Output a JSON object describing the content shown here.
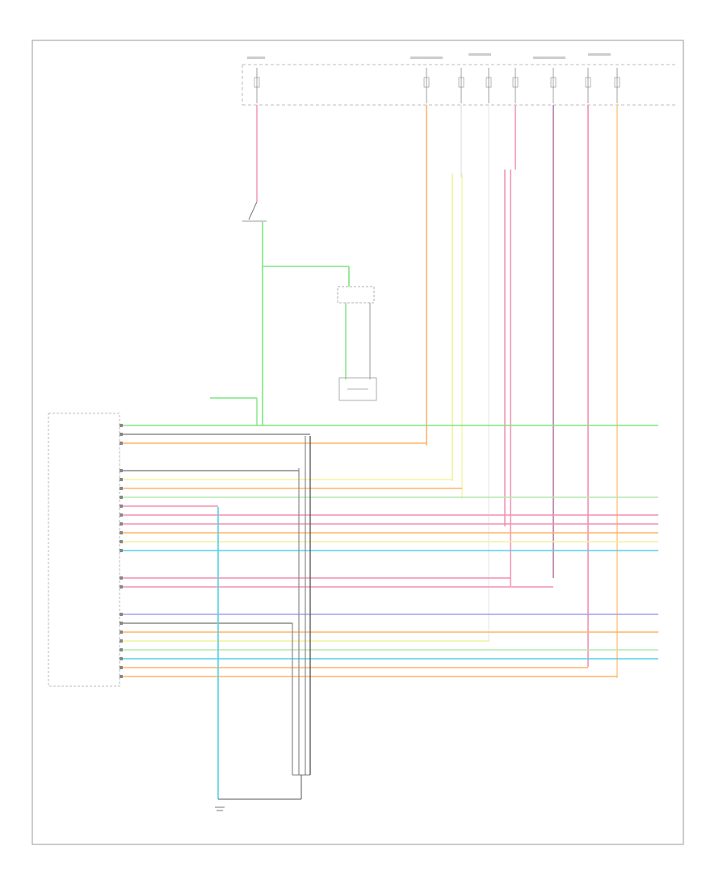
{
  "footer_code": "",
  "colors": {
    "green": "#7fe57f",
    "orange": "#ffb366",
    "yellow": "#f2f29a",
    "pink": "#f28fb1",
    "violet": "#a0a0ee",
    "cyan": "#55d0e6",
    "mint": "#b3e8b3",
    "gray": "#8a8a8a",
    "dark": "#444444"
  },
  "module_pins": [
    {
      "label": "",
      "color": "green"
    },
    {
      "label": "",
      "color": "gray"
    },
    {
      "label": "",
      "color": "orange"
    },
    {
      "label": "",
      "color": "gray"
    },
    {
      "label": "",
      "color": "yellow"
    },
    {
      "label": "",
      "color": "orange"
    },
    {
      "label": "",
      "color": "mint"
    },
    {
      "label": "",
      "color": "pink"
    },
    {
      "label": "",
      "color": "pink"
    },
    {
      "label": "",
      "color": "pink"
    },
    {
      "label": "",
      "color": "orange"
    },
    {
      "label": "",
      "color": "yellow"
    },
    {
      "label": "",
      "color": "cyan"
    },
    {
      "label": "",
      "color": "pink"
    },
    {
      "label": "",
      "color": "pink"
    },
    {
      "label": "",
      "color": "violet"
    },
    {
      "label": "",
      "color": "gray"
    },
    {
      "label": "",
      "color": "orange"
    },
    {
      "label": "",
      "color": "yellow"
    },
    {
      "label": "",
      "color": "mint"
    },
    {
      "label": "",
      "color": "cyan"
    },
    {
      "label": "",
      "color": "orange"
    },
    {
      "label": "",
      "color": "orange"
    }
  ]
}
